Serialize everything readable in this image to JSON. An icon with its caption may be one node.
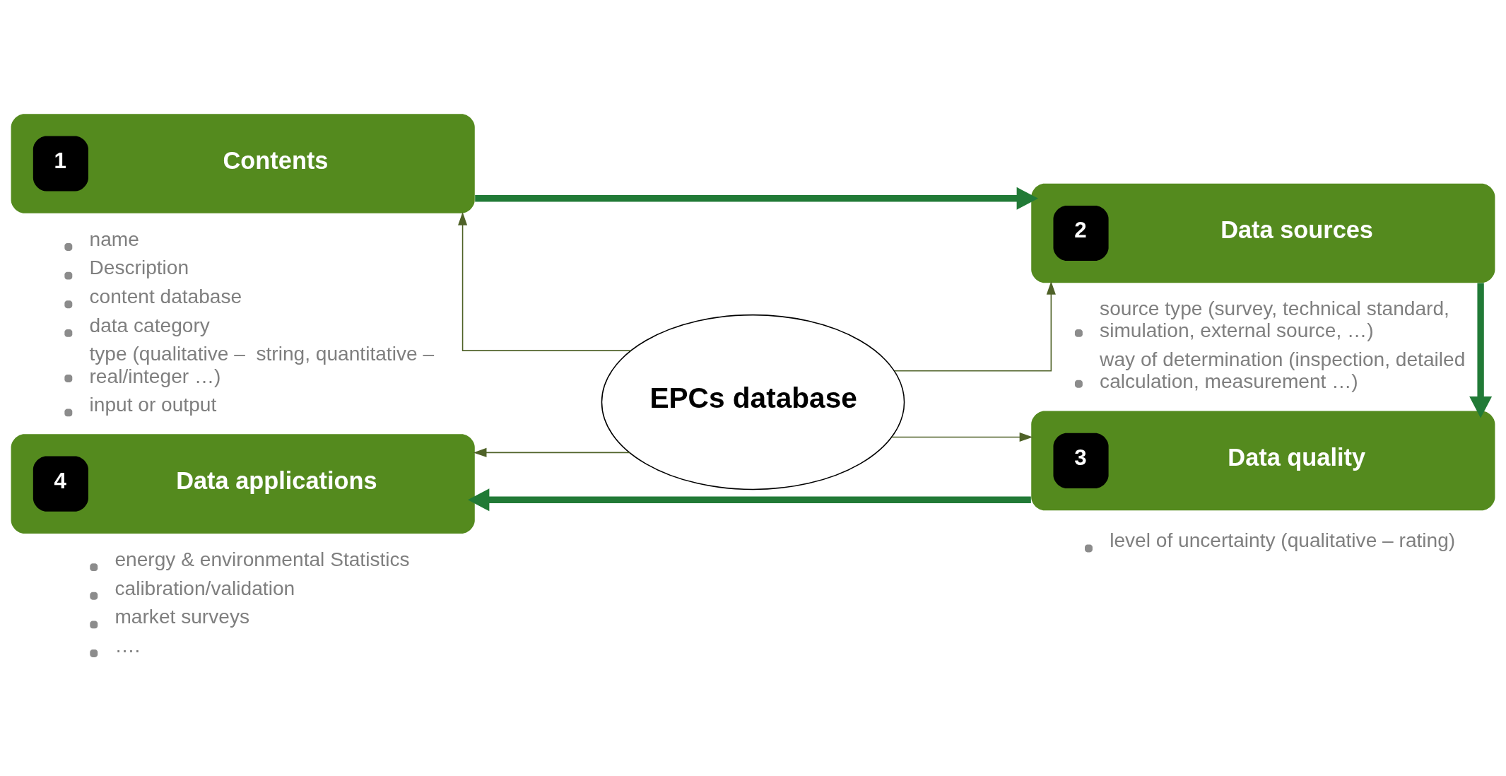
{
  "diagram": {
    "nodes": [
      {
        "text": [
          "1",
          "Contents"
        ],
        "beside": [
          "name",
          "Description",
          "content database",
          "data category",
          "type (qualitative –  string, quantitative – real/integer …)",
          "input or output"
        ]
      },
      {
        "text": [
          "2",
          "Data sources"
        ],
        "beside": [
          "source type (survey, technical standard, simulation, external source, …)",
          "way of determination (inspection, detailed calculation, measurement …)"
        ]
      },
      {
        "text": [
          "EPCs database"
        ]
      },
      {
        "text": [
          "4",
          "Data applications"
        ],
        "beside": [
          "energy & environmental Statistics",
          "calibration/validation",
          "market surveys",
          "…."
        ]
      },
      {
        "text": [
          "3",
          "Data quality"
        ],
        "beside": [
          "level of uncertainty (qualitative – rating)"
        ]
      }
    ],
    "edges": [
      {
        "from": 0,
        "to": 1,
        "arrow": "to",
        "style": "thick",
        "color": "#217a36"
      },
      {
        "from": 2,
        "to": 0,
        "arrow": "to",
        "color": "#4f6228"
      },
      {
        "from": 2,
        "to": 1,
        "arrow": "to",
        "color": "#4f6228"
      },
      {
        "from": 1,
        "to": 4,
        "arrow": "to",
        "style": "thick",
        "color": "#217a36"
      },
      {
        "from": 2,
        "to": 3,
        "arrow": "to",
        "color": "#4f6228"
      },
      {
        "from": 2,
        "to": 4,
        "arrow": "to",
        "color": "#4f6228"
      },
      {
        "from": 4,
        "to": 3,
        "arrow": "to",
        "style": "thick",
        "color": "#217a36"
      }
    ]
  }
}
